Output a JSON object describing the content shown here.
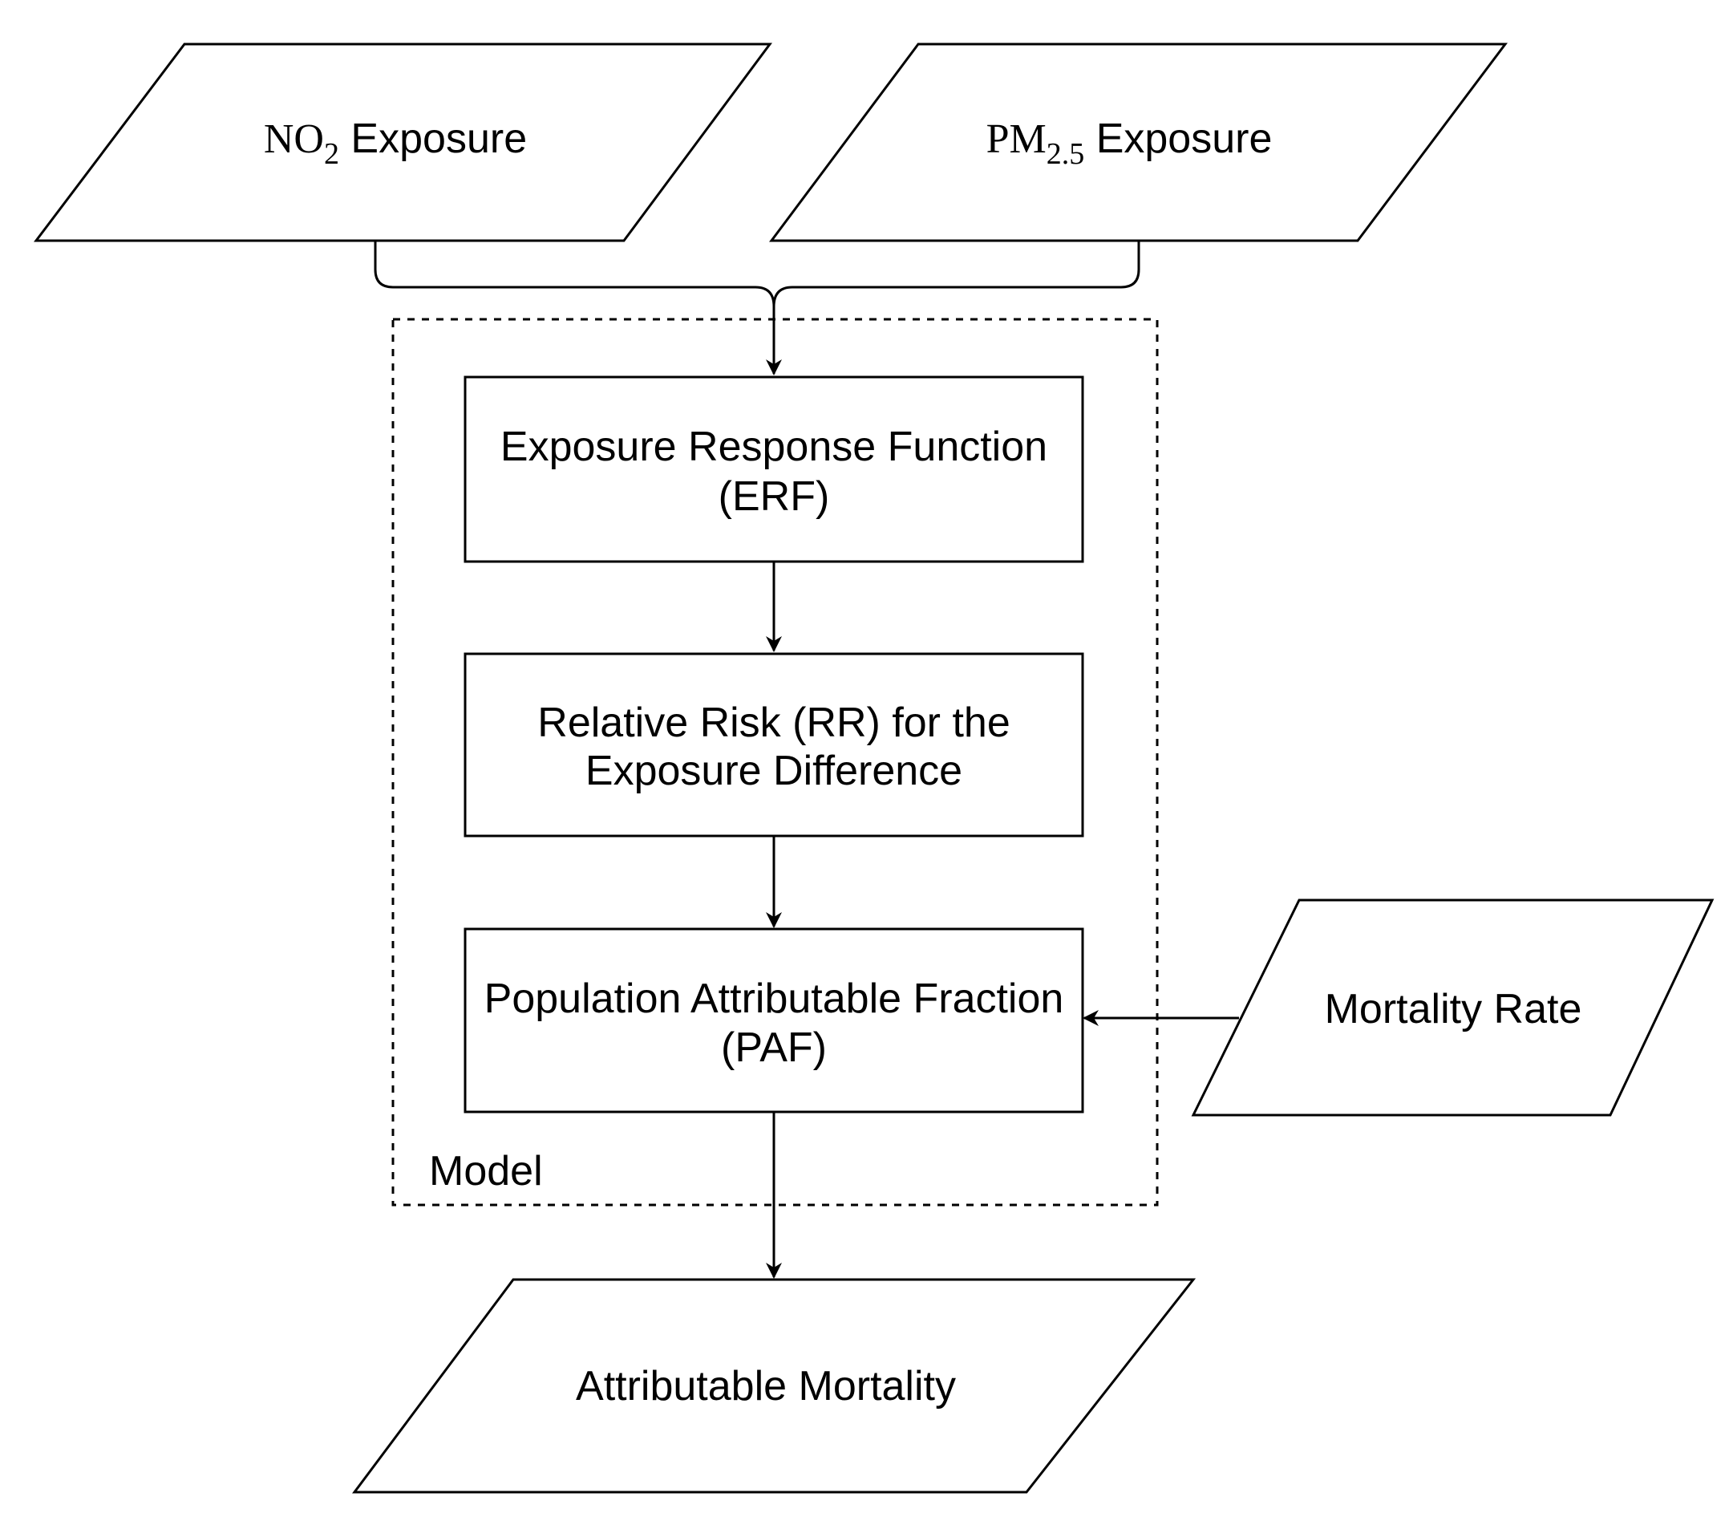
{
  "nodes": {
    "no2_exposure": {
      "chem": "NO",
      "sub": "2",
      "label": " Exposure"
    },
    "pm25_exposure": {
      "chem": "PM",
      "sub": "2.5",
      "label": " Exposure"
    },
    "erf": {
      "line1": "Exposure Response Function",
      "line2": "(ERF)"
    },
    "rr": {
      "line1": "Relative Risk (RR) for the",
      "line2": "Exposure Difference"
    },
    "paf": {
      "line1": "Population Attributable Fraction",
      "line2": "(PAF)"
    },
    "mortality_rate": {
      "label": "Mortality Rate"
    },
    "attributable_mortality": {
      "label": "Attributable Mortality"
    }
  },
  "model_container": {
    "label": "Model"
  },
  "edges": [
    {
      "from": "no2_exposure",
      "to": "erf"
    },
    {
      "from": "pm25_exposure",
      "to": "erf"
    },
    {
      "from": "erf",
      "to": "rr"
    },
    {
      "from": "rr",
      "to": "paf"
    },
    {
      "from": "mortality_rate",
      "to": "paf"
    },
    {
      "from": "paf",
      "to": "attributable_mortality"
    }
  ],
  "colors": {
    "stroke": "#000000",
    "fill": "#ffffff",
    "background": "#ffffff"
  }
}
